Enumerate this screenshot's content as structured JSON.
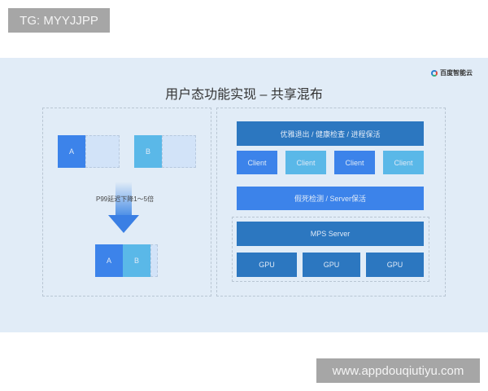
{
  "watermarks": {
    "top": "TG: MYYJJPP",
    "bottom": "www.appdouqiutiyu.com"
  },
  "slide": {
    "logo_text": "百度智能云",
    "logo_icon": "baidu-cloud-ring-icon",
    "title": "用户态功能实现 – 共享混布",
    "left_panel": {
      "before": [
        {
          "label": "A",
          "color": "#3c83ea"
        },
        {
          "label": "B",
          "color": "#5ab8e8"
        }
      ],
      "arrow_label": "P99延迟下降1～5倍",
      "arrow_icon": "down-arrow-icon",
      "after": [
        {
          "label": "A",
          "color": "#3c83ea"
        },
        {
          "label": "B",
          "color": "#5ab8e8"
        }
      ]
    },
    "right_panel": {
      "top_bar": "优雅退出 / 健康检查 / 进程保活",
      "clients": [
        "Client",
        "Client",
        "Client",
        "Client"
      ],
      "middle_bar": "假死检测 / Server保活",
      "server_bar": "MPS Server",
      "gpus": [
        "GPU",
        "GPU",
        "GPU"
      ]
    },
    "colors": {
      "background": "#e1ecf7",
      "blue": "#3c83ea",
      "sky": "#5ab8e8",
      "navy": "#2c77c0",
      "ghost": "#d2e3f8"
    }
  }
}
